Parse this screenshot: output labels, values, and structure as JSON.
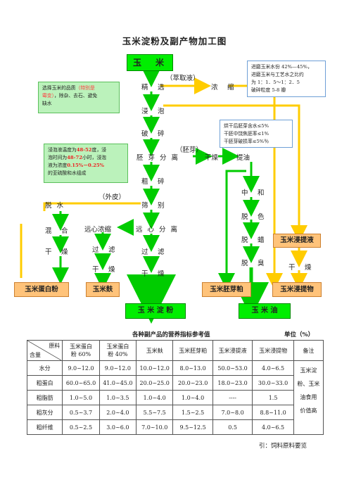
{
  "title": "玉米淀粉及副产物加工图",
  "boxes": {
    "raw": "玉　米",
    "product_starch": "玉 米 淀 粉",
    "product_oil": "玉 米 油",
    "protein_powder": "玉米蛋白粉",
    "bran": "玉米麸",
    "germ_meal": "玉米胚芽粕",
    "steep_liquor": "玉米浸提液",
    "steep_extract": "玉米浸提物"
  },
  "steps": {
    "select": "精　选",
    "steep": "浸　泡",
    "crush1": "破　碎",
    "germ_sep": "胚 芽 分 离",
    "crush2": "粗　碎",
    "sieve": "筛　别",
    "centrifuge": "远 心 分 离",
    "filter": "过　滤",
    "dry_starch": "干　燥",
    "dewater": "脱 水",
    "mix": "混　合",
    "dry_protein": "干　燥",
    "conc_centrifuge": "远心浓缩",
    "filter2": "过　滤",
    "dry_bran": "干　燥",
    "concentrate": "浓　缩",
    "dry_germ": "干燥",
    "extract_oil": "提油",
    "neutralize": "中　和",
    "decolor": "脱　色",
    "dewax": "脱　蜡",
    "deodor": "脱　臭",
    "dry_extract": "干　燥"
  },
  "labels": {
    "steep_liquid": "（萃取液）",
    "germ": "（胚芽）",
    "outer_skin": "（外皮）"
  },
  "notes": {
    "quality_a": "选择玉米的品质",
    "quality_b": "（特别是",
    "quality_c": "霉变）",
    "quality_d": "，除杂、去石、避免",
    "quality_e": "缺水",
    "steep_a": "浸泡液温度为",
    "steep_b": "48-52",
    "steep_c": "度，浸",
    "steep_d": "泡时间为",
    "steep_e": "48-72",
    "steep_f": "小时，浸泡",
    "steep_g": "液为浓度",
    "steep_h": "0.15%－0.25%",
    "steep_i": "的亚硫酸和水组成",
    "moisture_1": "进磨玉米水份 42%—45%，",
    "moisture_2": "进磨玉米与工艺水之比约",
    "moisture_3": "为 1：1．5～1：2．5",
    "moisture_4": "破碎粒度 5-8 瓣",
    "germ_1": "烘干后胚芽含水≤5%",
    "germ_2": "干胚中饶焦胚率≤1%",
    "germ_3": "干胚芽破损率≤5%％"
  },
  "table": {
    "title": "各种副产品的营养指标参考值",
    "unit": "单位（%）",
    "corner_top": "原料",
    "corner_bottom": "含量",
    "columns": [
      "玉米蛋白粉 60%",
      "玉米蛋白粉 40%",
      "玉米麸",
      "玉米胚芽粕",
      "玉米浸提液",
      "玉米浸提物",
      "备注"
    ],
    "col_line1": [
      "玉米蛋白",
      "玉米蛋白",
      "玉米麸",
      "玉米胚芽粕",
      "玉米浸提液",
      "玉米浸提物",
      "备注"
    ],
    "col_line2": [
      "粉 60%",
      "粉 40%",
      "",
      "",
      "",
      "",
      ""
    ],
    "rows": [
      {
        "name": "水分",
        "values": [
          "9.0~12.0",
          "9.0~12.0",
          "10.0~12.0",
          "8.0~13.0",
          "50.0~53.0",
          "4.0~6.5"
        ]
      },
      {
        "name": "粗蛋白",
        "values": [
          "60.0~65.0",
          "41.0~45.0",
          "20.0~25.0",
          "20.0~23.0",
          "18.0~23.0",
          "30.0~33.0"
        ]
      },
      {
        "name": "粗脂肪",
        "values": [
          "1.0~5.0",
          "1.0~3.5",
          "1.0~4.0",
          "1.0~4.0",
          "----",
          "1.5"
        ]
      },
      {
        "name": "粗灰分",
        "values": [
          "0.5~3.7",
          "2.0~4.0",
          "5.5~7.5",
          "1.5~2.5",
          "7.0~8.0",
          "8.8~11.0"
        ]
      },
      {
        "name": "粗纤维",
        "values": [
          "0.5~2.5",
          "3.0~6.0",
          "7.0~10.0",
          "9.5~12.5",
          "0.5",
          "4.0~6.5"
        ]
      }
    ],
    "remark_lines": [
      "玉米淀",
      "粉、玉米",
      "油食用",
      "价值高"
    ]
  },
  "source": "引：饲料原料要览",
  "colors": {
    "green": "#00ee00",
    "orange": "#ffc37a",
    "yellow": "#ffcc00",
    "arrow_green": "#00cc00"
  }
}
